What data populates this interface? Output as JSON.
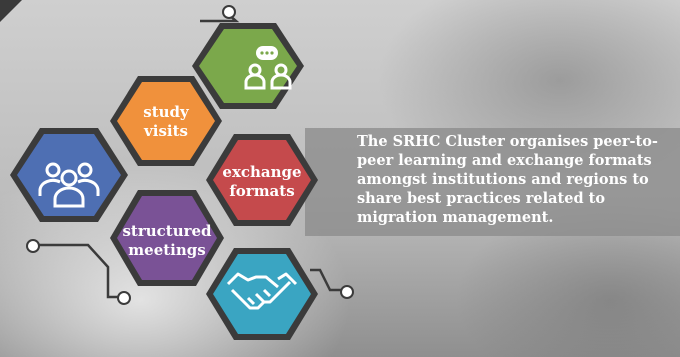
{
  "hexagons": {
    "study_visits": {
      "line1": "study",
      "line2": "visits",
      "color": "#f0913c"
    },
    "exchange_formats": {
      "line1": "exchange",
      "line2": "formats",
      "color": "#c54a4c"
    },
    "structured_meetings": {
      "line1": "structured",
      "line2": "meetings",
      "color": "#7a5296"
    },
    "discussion": {
      "icon": "discussion-people-icon",
      "color": "#7ba84b"
    },
    "group": {
      "icon": "group-people-icon",
      "color": "#4e6fb3"
    },
    "handshake": {
      "icon": "handshake-icon",
      "color": "#3aa5c2"
    }
  },
  "description": "The SRHC Cluster organises peer-to-peer learning and exchange formats amongst institutions and regions to share best practices related to migration management."
}
